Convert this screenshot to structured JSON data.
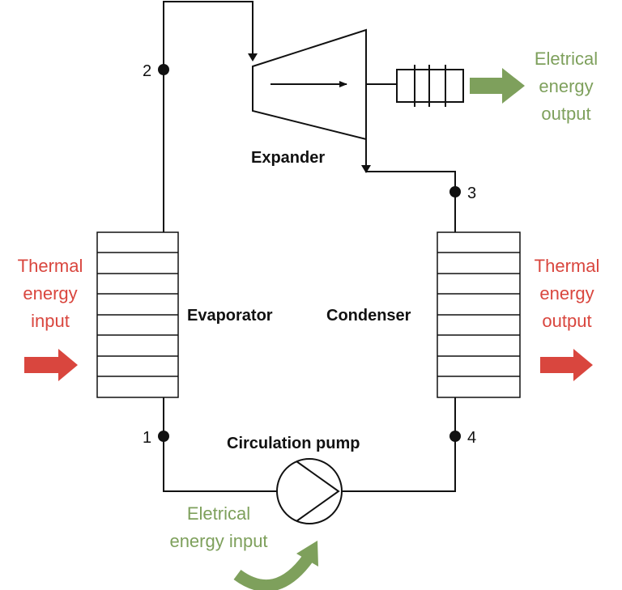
{
  "colors": {
    "line": "#111111",
    "thermal": "#d9463e",
    "electrical": "#7ea05c"
  },
  "components": {
    "expander": "Expander",
    "evaporator": "Evaporator",
    "condenser": "Condenser",
    "pump": "Circulation pump"
  },
  "points": [
    "1",
    "2",
    "3",
    "4"
  ],
  "labels": {
    "thermal_input": [
      "Thermal",
      "energy",
      "input"
    ],
    "thermal_output": [
      "Thermal",
      "energy",
      "output"
    ],
    "electrical_output": [
      "Eletrical",
      "energy",
      "output"
    ],
    "electrical_input": [
      "Eletrical",
      "energy input"
    ]
  }
}
